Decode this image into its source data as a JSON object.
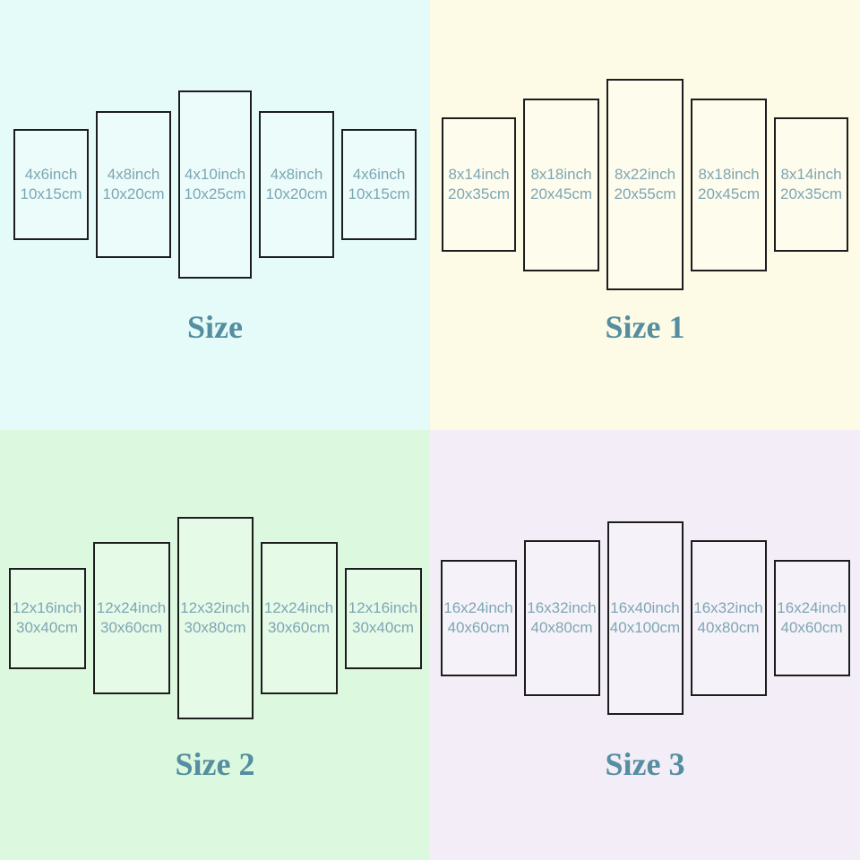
{
  "quadrants": [
    {
      "title": "Size",
      "background": "#e4fbfa",
      "panels": [
        {
          "inch": "4x6inch",
          "cm": "10x15cm"
        },
        {
          "inch": "4x8inch",
          "cm": "10x20cm"
        },
        {
          "inch": "4x10inch",
          "cm": "10x25cm"
        },
        {
          "inch": "4x8inch",
          "cm": "10x20cm"
        },
        {
          "inch": "4x6inch",
          "cm": "10x15cm"
        }
      ]
    },
    {
      "title": "Size 1",
      "background": "#fdfbe6",
      "panels": [
        {
          "inch": "8x14inch",
          "cm": "20x35cm"
        },
        {
          "inch": "8x18inch",
          "cm": "20x45cm"
        },
        {
          "inch": "8x22inch",
          "cm": "20x55cm"
        },
        {
          "inch": "8x18inch",
          "cm": "20x45cm"
        },
        {
          "inch": "8x14inch",
          "cm": "20x35cm"
        }
      ]
    },
    {
      "title": "Size 2",
      "background": "#dcf8de",
      "panels": [
        {
          "inch": "12x16inch",
          "cm": "30x40cm"
        },
        {
          "inch": "12x24inch",
          "cm": "30x60cm"
        },
        {
          "inch": "12x32inch",
          "cm": "30x80cm"
        },
        {
          "inch": "12x24inch",
          "cm": "30x60cm"
        },
        {
          "inch": "12x16inch",
          "cm": "30x40cm"
        }
      ]
    },
    {
      "title": "Size 3",
      "background": "#f2edf7",
      "panels": [
        {
          "inch": "16x24inch",
          "cm": "40x60cm"
        },
        {
          "inch": "16x32inch",
          "cm": "40x80cm"
        },
        {
          "inch": "16x40inch",
          "cm": "40x100cm"
        },
        {
          "inch": "16x32inch",
          "cm": "40x80cm"
        },
        {
          "inch": "16x24inch",
          "cm": "40x60cm"
        }
      ]
    }
  ],
  "colors": {
    "panel_border": "#1d1d1d",
    "panel_label_text": "#7da6b3",
    "title_text": "#548ea0"
  }
}
